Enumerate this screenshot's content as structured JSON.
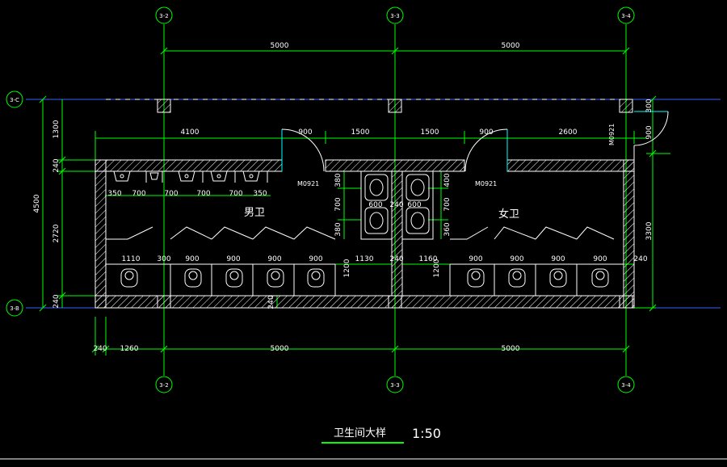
{
  "grid_axes": {
    "top": [
      "3-2",
      "3-3",
      "3-4"
    ],
    "bottom": [
      "3-2",
      "3-3",
      "3-4"
    ],
    "left": [
      "3-C",
      "3-B"
    ]
  },
  "dimensions": {
    "top_overall": [
      "5000",
      "5000"
    ],
    "top_detail": [
      "4100",
      "900",
      "1500",
      "1500",
      "900",
      "2600"
    ],
    "urinal_spacing": [
      "350",
      "700",
      "700",
      "700",
      "700",
      "350"
    ],
    "stall_row_left": [
      "1110",
      "300",
      "900",
      "900",
      "900",
      "900"
    ],
    "stall_row_mid": [
      "1200",
      "1130",
      "240",
      "1160",
      "1200"
    ],
    "stall_row_right": [
      "900",
      "900",
      "900",
      "900",
      "240"
    ],
    "sink_left": [
      "380",
      "600",
      "700",
      "380"
    ],
    "sink_right": [
      "400",
      "600",
      "700",
      "360"
    ],
    "sink_mid": "240",
    "left_side": [
      "4500",
      "1300",
      "240",
      "2720",
      "240"
    ],
    "right_side": [
      "300",
      "900",
      "3300"
    ],
    "bottom_detail": [
      "240",
      "1260",
      "5000",
      "5000"
    ],
    "wall_240_bottom": "240"
  },
  "doors": {
    "left": "M0921",
    "right": "M0921",
    "exterior": "M0921"
  },
  "rooms": {
    "mens": "男卫",
    "womens": "女卫"
  },
  "title": {
    "name": "卫生间大样",
    "scale": "1:50"
  },
  "colors": {
    "background": "#000000",
    "dimension_lines": "#00ff00",
    "walls": "#ffffff",
    "axis_lines": "#3a5fff",
    "door_swing": "#00ffff"
  }
}
